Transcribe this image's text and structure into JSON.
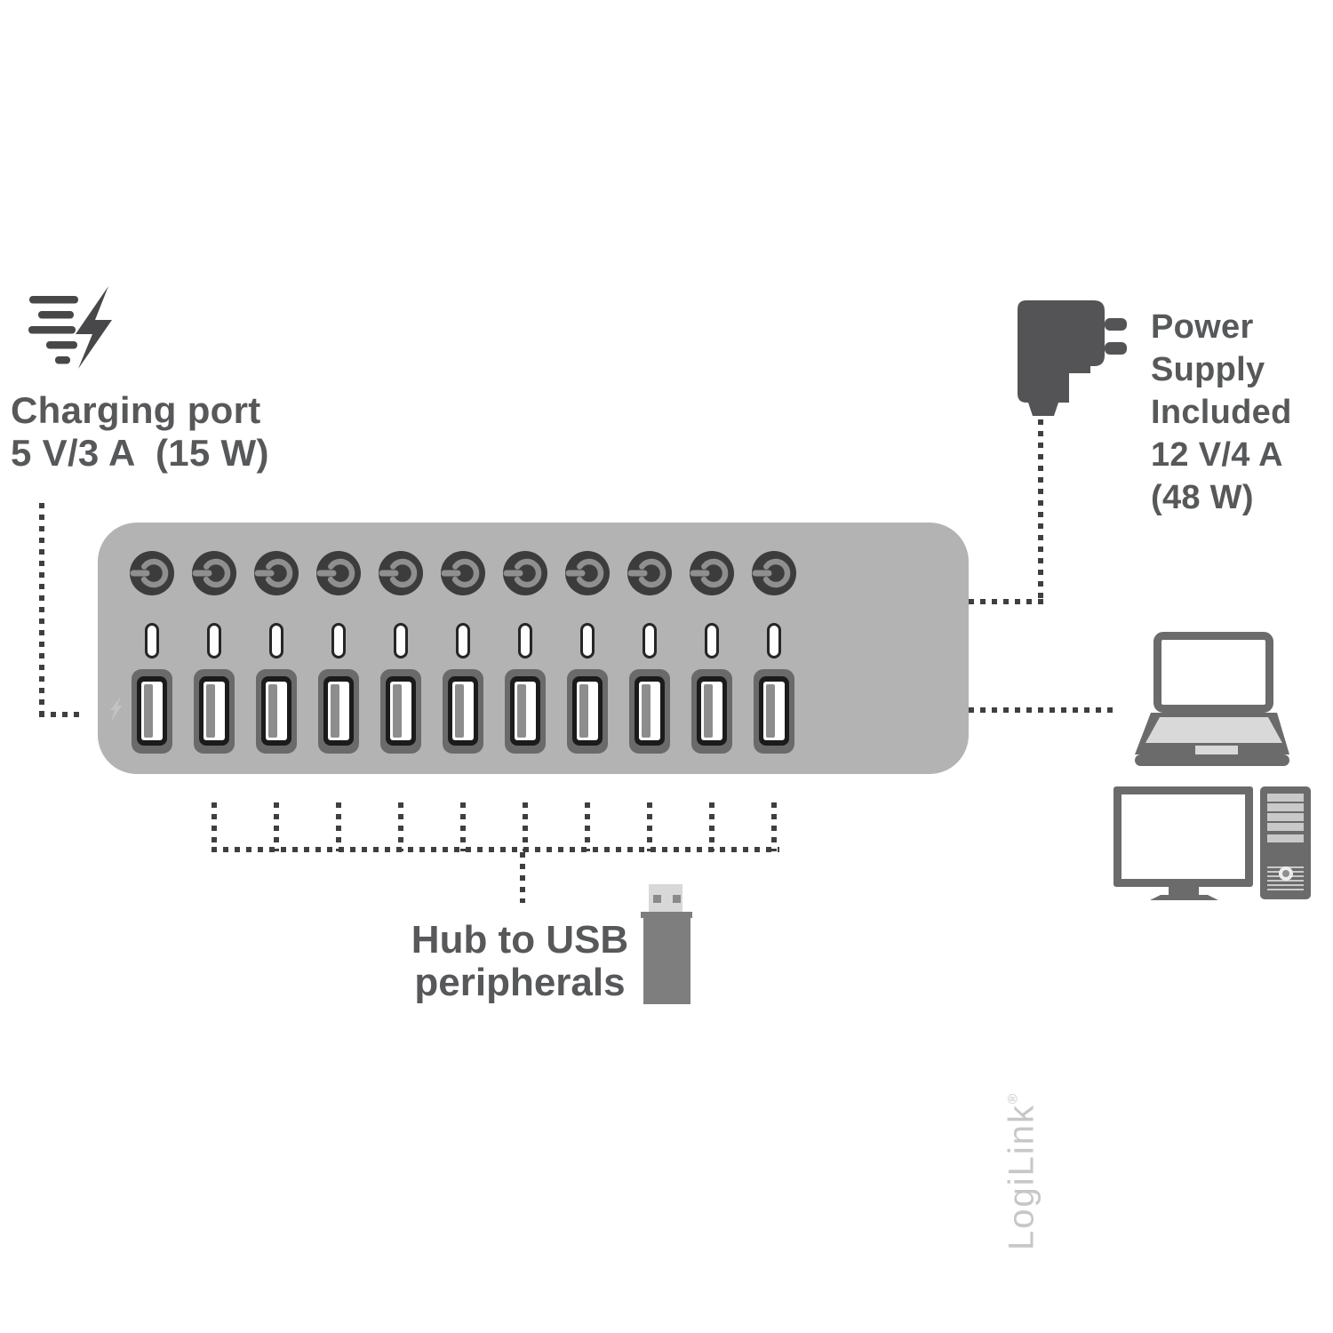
{
  "diagram": {
    "charging": {
      "icon": "fast-charge-lightning-icon",
      "line1": "Charging port",
      "line2": "5 V/3 A  (15 W)"
    },
    "power_supply": {
      "icon": "power-adapter-icon",
      "lines": [
        "Power",
        "Supply",
        "Included",
        "12 V/4 A",
        "(48 W)"
      ]
    },
    "hub": {
      "brand": "LogiLink",
      "brand_mark": "®",
      "port_count": 11,
      "charge_port_icon": "lightning-bolt-icon"
    },
    "peripherals": {
      "line1": "Hub to USB",
      "line2": "peripherals",
      "icon": "usb-flash-drive-icon"
    },
    "computers": {
      "icons": [
        "laptop-icon",
        "desktop-computer-icon"
      ]
    },
    "colors": {
      "hub_body": "#b3b3b3",
      "connector": "#3f3f3f",
      "text": "#57585a",
      "icon_dark": "#545456",
      "icon_gray": "#6b6b6b",
      "light_gray": "#d9d9d9",
      "brand_text": "#c7c7c7",
      "button_face": "#3c3c3c",
      "button_glyph": "#8f8f8f"
    }
  }
}
